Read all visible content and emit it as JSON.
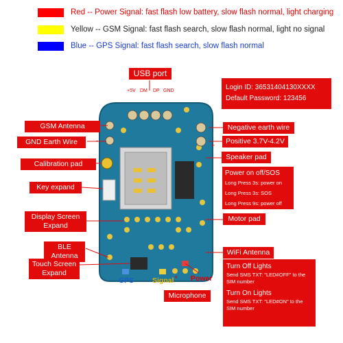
{
  "legend": [
    {
      "color": "#ff0000",
      "prefix": "Red -- ",
      "title": "Power Signal",
      "desc": ": fast flash low battery, slow flash normal, light charging"
    },
    {
      "color": "#ffff00",
      "prefix": "Yellow -- ",
      "title": "GSM Signal",
      "desc": ": fast flash search, slow flash normal, light no signal"
    },
    {
      "color": "#0000ff",
      "prefix": "Blue -- ",
      "title": "GPS Signal",
      "desc": ": fast flash search, slow flash normal"
    }
  ],
  "usb": {
    "label": "USB port",
    "pins": [
      "+5V",
      "DM",
      "DP",
      "GND"
    ]
  },
  "login": {
    "id": "Login ID: 36531404130XXXX",
    "password": "Default Password: 123456"
  },
  "left_labels": [
    "GSM Antenna",
    "GND Earth Wire",
    "Calibration pad",
    "Key expand",
    "Display Screen Expand",
    "BLE Antenna",
    "Touch Screen Expand"
  ],
  "right_labels": [
    "Negative earth wire",
    "Positive 3.7V-4.2V",
    "Speaker pad",
    "Motor pad",
    "WiFi Antenna"
  ],
  "power_box": {
    "title": "Power on off/SOS",
    "lines": [
      "Long Press 3s: power on",
      "Long Press 3s: SOS",
      "Long Press 9s: power off"
    ]
  },
  "lights_box": {
    "off_title": "Turn Off Lights",
    "off_text": "Send SMS TXT: \"LED#OFF\" to the SIM number",
    "on_title": "Turn On Lights",
    "on_text": "Send SMS TXT: \"LED#ON\" to the SIM number"
  },
  "bottom_labels": {
    "gps": "GPS",
    "signal": "Signal",
    "power": "Power",
    "microphone": "Microphone"
  },
  "colors": {
    "accent_red": "#e10b0b",
    "board_blue": "#1f7a9e",
    "gps_blue": "#1a5ccc",
    "signal_yellow": "#e0b400"
  }
}
